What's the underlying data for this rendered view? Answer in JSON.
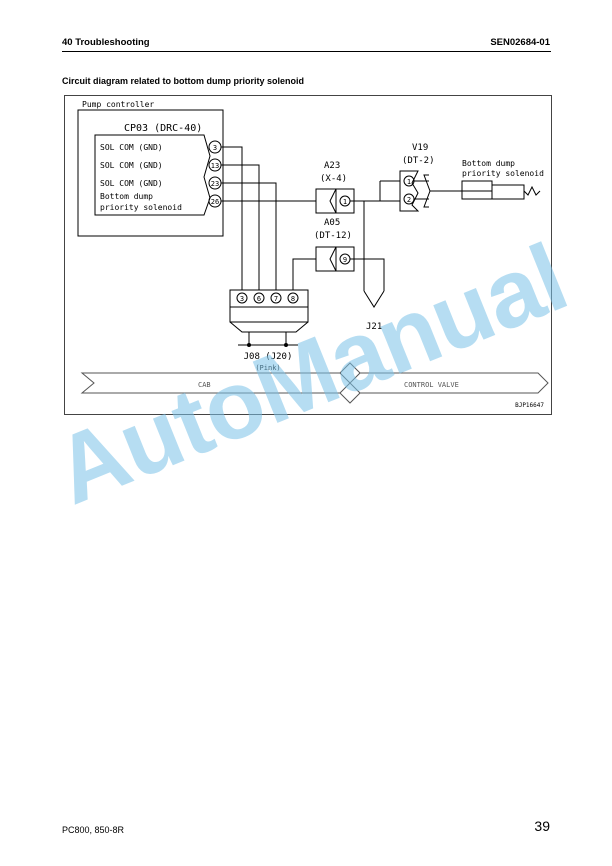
{
  "header": {
    "section": "40 Troubleshooting",
    "doc_code": "SEN02684-01"
  },
  "section_title": "Circuit diagram related to bottom dump priority solenoid",
  "diagram": {
    "controller_label": "Pump controller",
    "controller_connector": "CP03 (DRC-40)",
    "pins": [
      {
        "num": "3",
        "label": "SOL COM (GND)"
      },
      {
        "num": "13",
        "label": "SOL COM (GND)"
      },
      {
        "num": "23",
        "label": "SOL COM (GND)"
      },
      {
        "num": "26",
        "label": "Bottom dump",
        "label2": "priority solenoid"
      }
    ],
    "a23": {
      "name": "A23",
      "type": "(X-4)",
      "pin": "1"
    },
    "a05": {
      "name": "A05",
      "type": "(DT-12)",
      "pin": "9"
    },
    "v19": {
      "name": "V19",
      "type": "(DT-2)",
      "pins": [
        "1",
        "2"
      ]
    },
    "solenoid_label": [
      "Bottom dump",
      "priority solenoid"
    ],
    "j21": "J21",
    "j08": {
      "name": "J08 (J20)",
      "color": "(Pink)",
      "pins": [
        "3",
        "6",
        "7",
        "8"
      ]
    },
    "cab_label": "CAB",
    "valve_label": "CONTROL VALVE",
    "figure_code": "BJP16647"
  },
  "watermark": "AutoManual",
  "footer": {
    "model": "PC800, 850-8R",
    "page": "39"
  }
}
